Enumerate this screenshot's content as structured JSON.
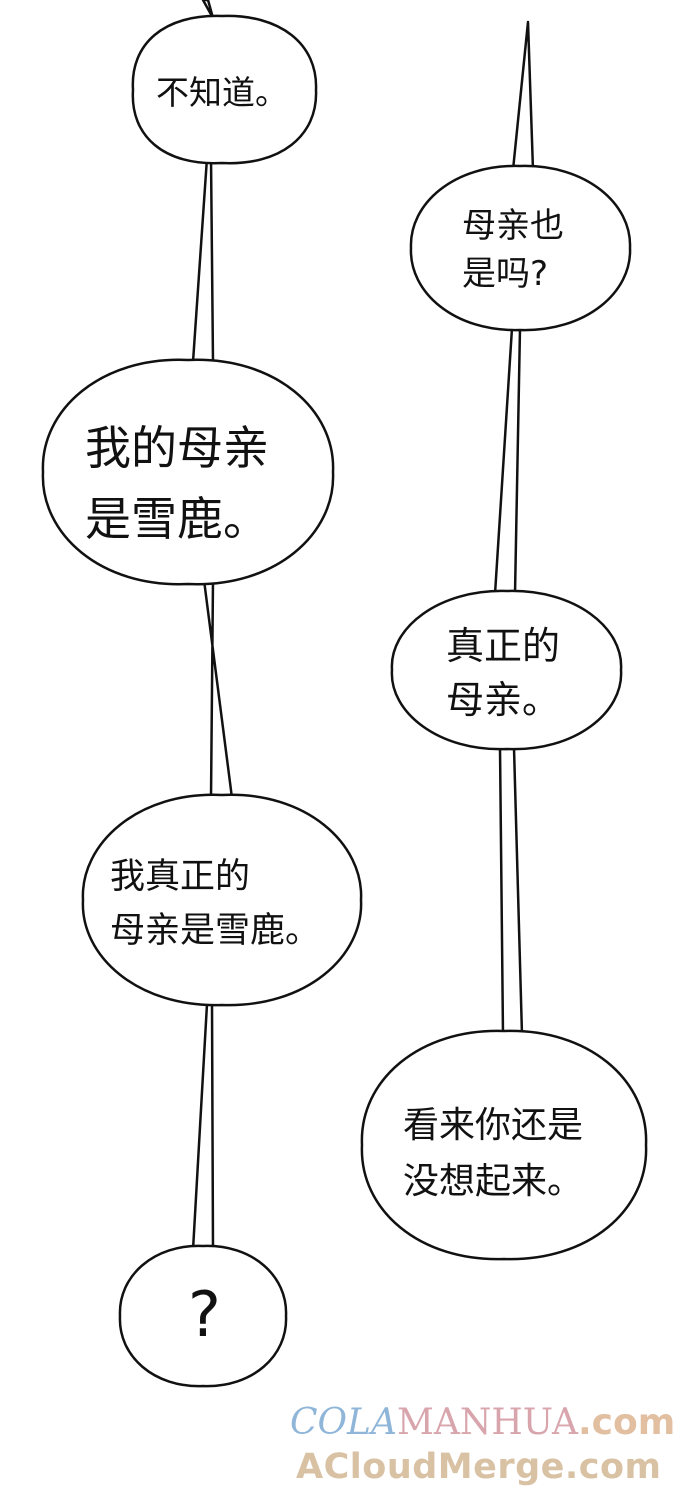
{
  "bubbles": {
    "b1": {
      "text": "不知道。"
    },
    "b2": {
      "text": "母亲也\n是吗?"
    },
    "b3": {
      "text": "我的母亲\n是雪鹿。"
    },
    "b4": {
      "text": "真正的\n母亲。"
    },
    "b5": {
      "text": "我真正的\n母亲是雪鹿。"
    },
    "b6": {
      "text": "看来你还是\n没想起来。"
    },
    "b7": {
      "text": "?"
    }
  },
  "watermark": {
    "part_a": "COLA",
    "part_b": "MANHUA",
    "part_c": ".com",
    "line2": "ACloudMerge.com"
  },
  "colors": {
    "ink": "#111111",
    "background": "#ffffff",
    "watermark_blue": "#8fb6d9",
    "watermark_pink": "#d8a5ad",
    "watermark_tan": "#d9c1a3"
  }
}
